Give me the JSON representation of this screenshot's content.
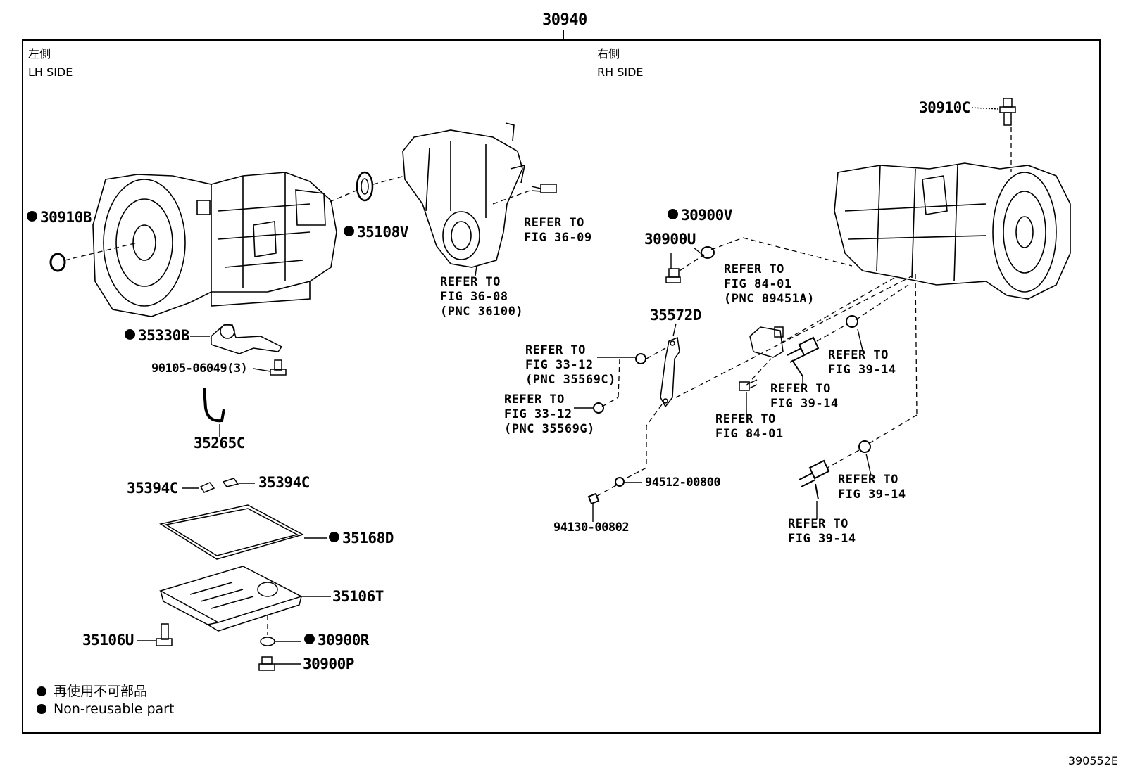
{
  "assembly_number": "30940",
  "drawing_code": "390552E",
  "sides": {
    "lh": {
      "jp": "左側",
      "en": "LH SIDE"
    },
    "rh": {
      "jp": "右側",
      "en": "RH SIDE"
    }
  },
  "legend": {
    "jp": "再使用不可部品",
    "en": "Non-reusable part"
  },
  "parts": {
    "p30910C": "30910C",
    "p30910B": "30910B",
    "p35108V": "35108V",
    "p30900V": "30900V",
    "p30900U": "30900U",
    "p35330B": "35330B",
    "p90105": "90105-06049(3)",
    "p35265C": "35265C",
    "p35394C_a": "35394C",
    "p35394C_b": "35394C",
    "p35168D": "35168D",
    "p35106T": "35106T",
    "p35106U": "35106U",
    "p30900R": "30900R",
    "p30900P": "30900P",
    "p35572D": "35572D",
    "p94512": "94512-00800",
    "p94130": "94130-00802"
  },
  "refs": {
    "r3609": "REFER TO\nFIG 36-09",
    "r3608": "REFER TO\nFIG 36-08\n(PNC 36100)",
    "r8401a": "REFER TO\nFIG 84-01\n(PNC 89451A)",
    "r3312c": "REFER TO\nFIG 33-12\n(PNC 35569C)",
    "r3312g": "REFER TO\nFIG 33-12\n(PNC 35569G)",
    "r3914a": "REFER TO\nFIG 39-14",
    "r3914b": "REFER TO\nFIG 39-14",
    "r8401b": "REFER TO\nFIG 84-01",
    "r3914c": "REFER TO\nFIG 39-14",
    "r3914d": "REFER TO\nFIG 39-14"
  }
}
